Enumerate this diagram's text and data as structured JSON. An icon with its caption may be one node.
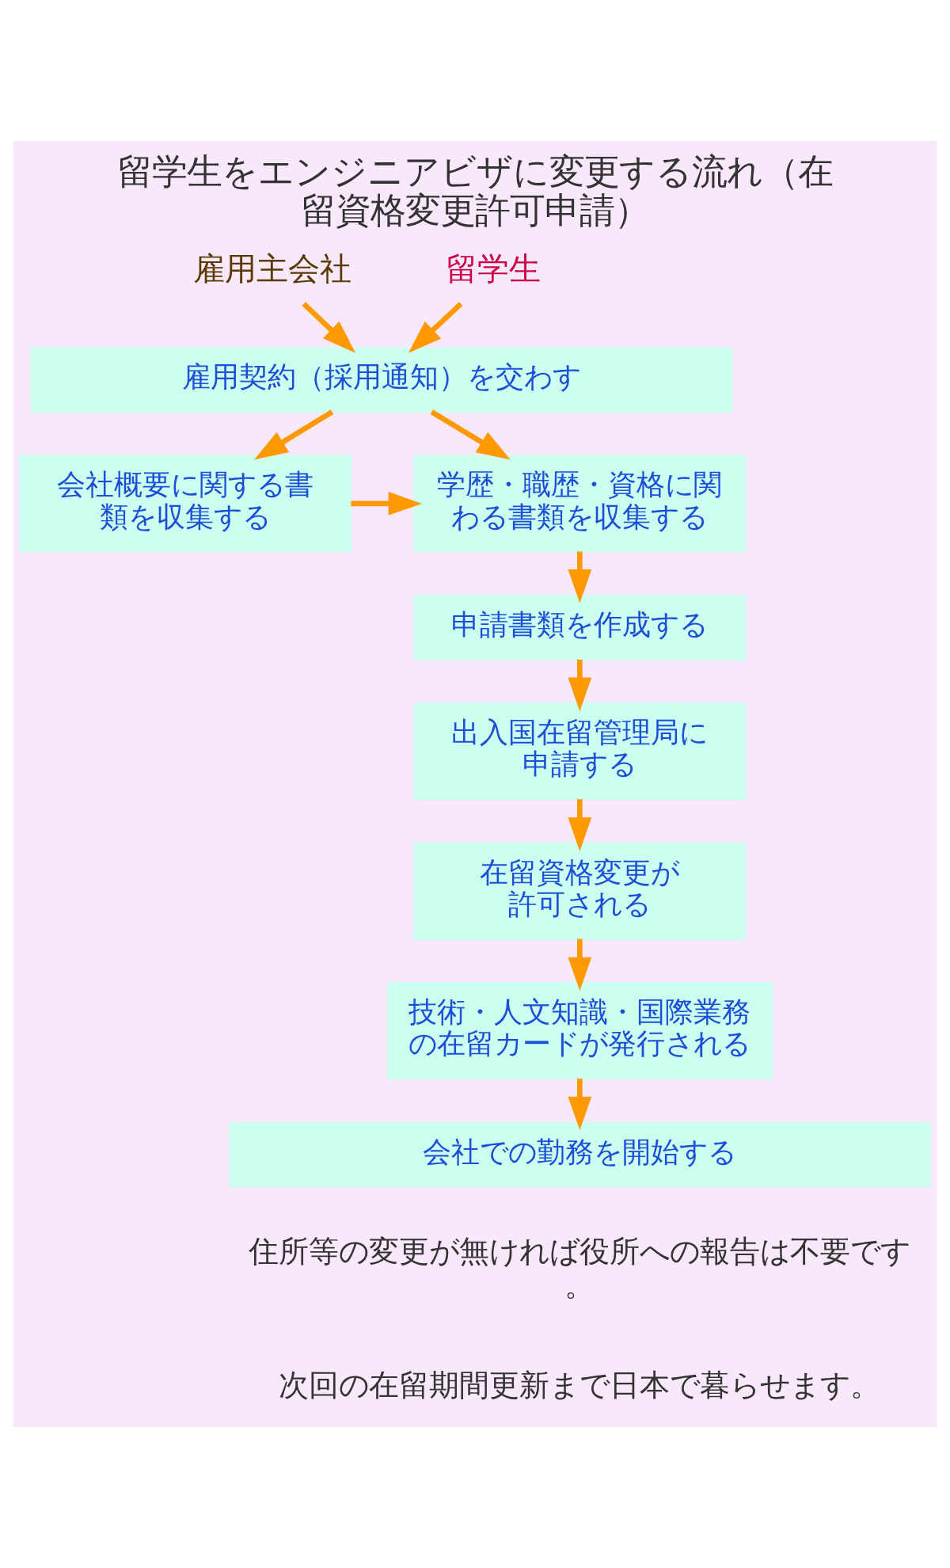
{
  "diagram": {
    "title": "留学生をエンジニアビザに変更する流れ（在留資格変更許可申請）",
    "nodes": [
      {
        "text": [
          "雇用主会社"
        ]
      },
      {
        "text": [
          "留学生"
        ]
      },
      {
        "text": [
          "雇用契約（採用通知）を交わす"
        ]
      },
      {
        "text": [
          "会社概要に関する書類を収集する"
        ]
      },
      {
        "text": [
          "学歴・職歴・資格に関わる書類を収集する"
        ]
      },
      {
        "text": [
          "申請書類を作成する"
        ]
      },
      {
        "text": [
          "出入国在留管理局に申請する"
        ]
      },
      {
        "text": [
          "在留資格変更が許可される"
        ]
      },
      {
        "text": [
          "技術・人文知識・国際業務の在留カードが発行される"
        ]
      },
      {
        "text": [
          "会社での勤務を開始する"
        ]
      }
    ],
    "edges": [
      {
        "from": 0,
        "to": 2,
        "arrow": "to"
      },
      {
        "from": 1,
        "to": 2,
        "arrow": "to"
      },
      {
        "from": 2,
        "to": 3,
        "arrow": "to"
      },
      {
        "from": 2,
        "to": 4,
        "arrow": "to"
      },
      {
        "from": 3,
        "to": 4,
        "arrow": "to"
      },
      {
        "from": 4,
        "to": 5,
        "arrow": "to"
      },
      {
        "from": 5,
        "to": 6,
        "arrow": "to"
      },
      {
        "from": 6,
        "to": 7,
        "arrow": "to"
      },
      {
        "from": 7,
        "to": 8,
        "arrow": "to"
      },
      {
        "from": 8,
        "to": 9,
        "arrow": "to"
      }
    ],
    "labels": [
      "住所等の変更が無ければ役所への報告は不要です。",
      "次回の在留期間更新まで日本で暮らせます。"
    ]
  }
}
